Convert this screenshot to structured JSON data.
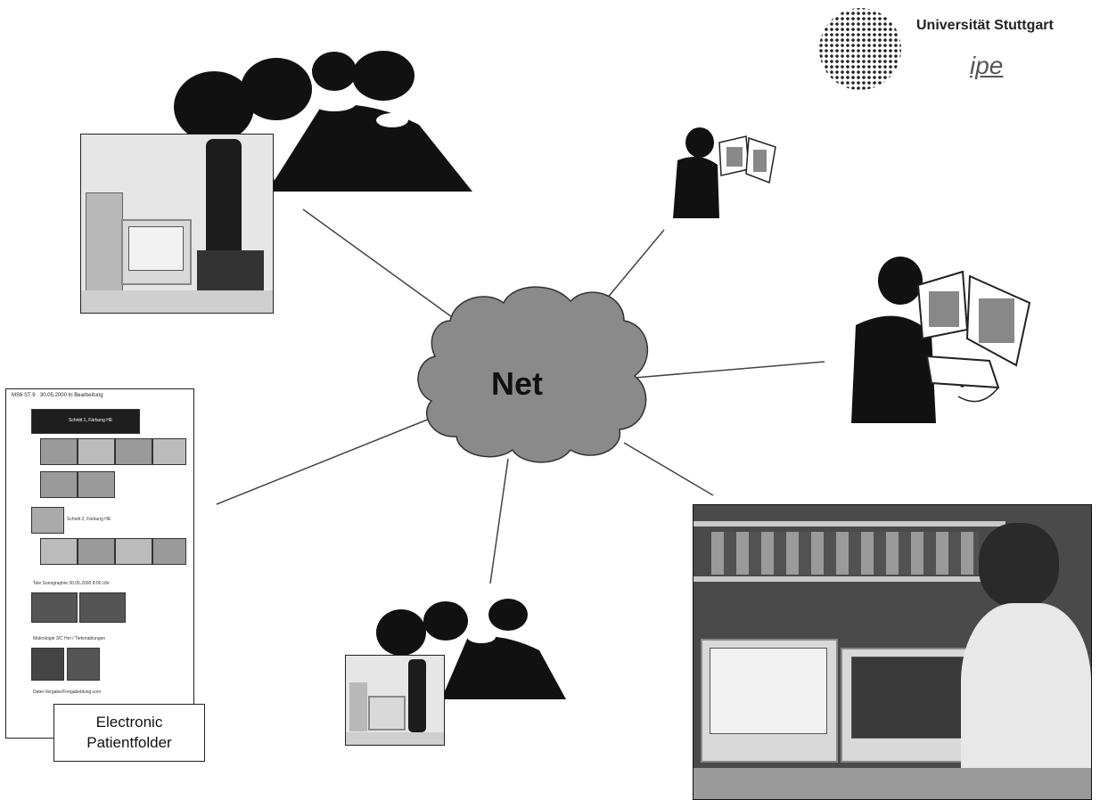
{
  "logo": {
    "title": "Universität Stuttgart",
    "sub": "ipe"
  },
  "center": {
    "label": "Net"
  },
  "folder": {
    "caption_line1": "Electronic",
    "caption_line2": "Patientfolder",
    "header": "MS6 ST 9 · 30.05.2000 In Bearbeitung",
    "entry1": "Schnitt 1, Färbung HE",
    "entry2": "Schnitt 2, Färbung HE",
    "entry3": "Tele Sonographie 30.05.2000 8:00 Uhr",
    "entry4": "Makrologie 3/C Hm / Tiefenablungen",
    "entry5": "Datei-Vergabe/Freigabeblung.com"
  },
  "colors": {
    "cloud": "#8a8a8a",
    "line": "#444444"
  }
}
